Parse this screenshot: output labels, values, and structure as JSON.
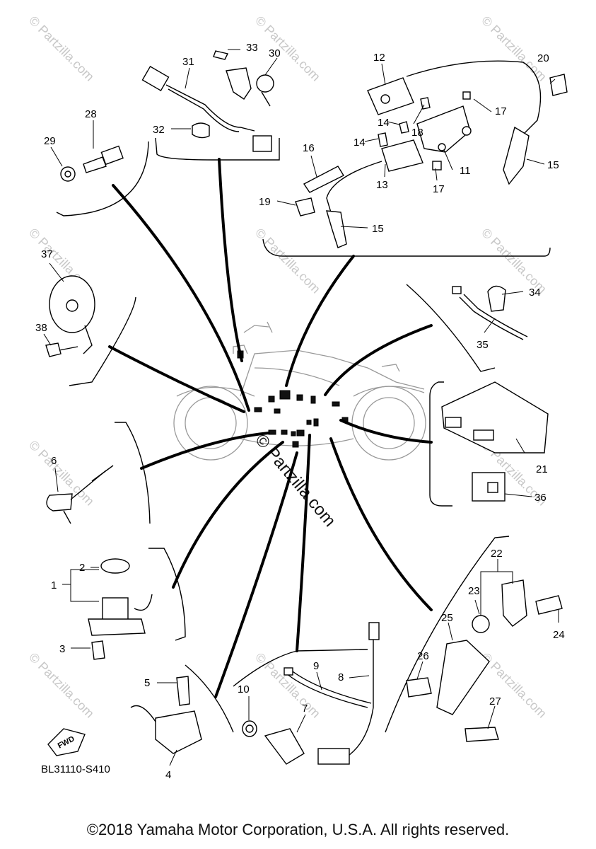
{
  "diagram": {
    "reference_code": "BL31110-S410",
    "fwd_label": "FWD",
    "copyright": "©2018 Yamaha Motor Corporation, U.S.A. All rights reserved.",
    "watermark_small": "© Partzilla.com",
    "watermark_large": "© Partzilla.com",
    "callouts": {
      "p1": "1",
      "p2": "2",
      "p3": "3",
      "p4": "4",
      "p5": "5",
      "p6": "6",
      "p7": "7",
      "p8": "8",
      "p9": "9",
      "p10": "10",
      "p11": "11",
      "p12": "12",
      "p13": "13",
      "p14a": "14",
      "p14b": "14",
      "p15a": "15",
      "p15b": "15",
      "p16": "16",
      "p17a": "17",
      "p17b": "17",
      "p18": "18",
      "p19": "19",
      "p20": "20",
      "p21": "21",
      "p22": "22",
      "p23": "23",
      "p24": "24",
      "p25": "25",
      "p26": "26",
      "p27": "27",
      "p28": "28",
      "p29": "29",
      "p30": "30",
      "p31": "31",
      "p32": "32",
      "p33": "33",
      "p34": "34",
      "p35": "35",
      "p36": "36",
      "p37": "37",
      "p38": "38"
    }
  }
}
